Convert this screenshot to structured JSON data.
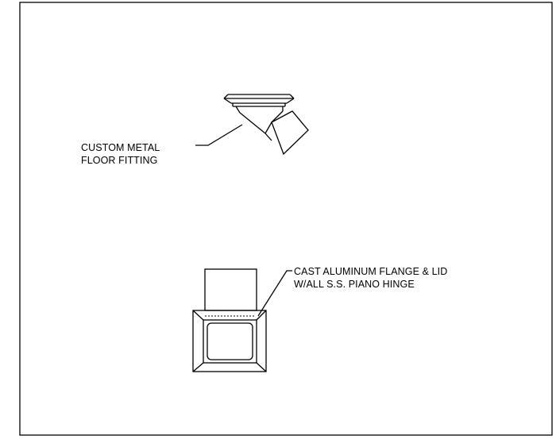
{
  "labels": {
    "floor_fitting": {
      "line1": "CUSTOM METAL",
      "line2": "FLOOR FITTING"
    },
    "flange_lid": {
      "line1": "CAST ALUMINUM FLANGE & LID",
      "line2": "W/ALL S.S. PIANO HINGE"
    }
  },
  "colors": {
    "line": "#000000",
    "background": "#ffffff"
  }
}
